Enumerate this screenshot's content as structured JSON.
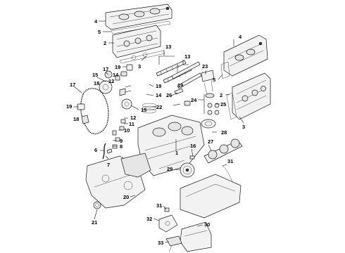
{
  "diagram": {
    "callouts": [
      {
        "id": "c4a",
        "text": "4"
      },
      {
        "id": "c5a",
        "text": "5"
      },
      {
        "id": "c2a",
        "text": "2"
      },
      {
        "id": "c3a",
        "text": "3"
      },
      {
        "id": "c13a",
        "text": "13"
      },
      {
        "id": "c13b",
        "text": "13"
      },
      {
        "id": "c19a",
        "text": "19"
      },
      {
        "id": "c14a",
        "text": "14"
      },
      {
        "id": "c15a",
        "text": "15"
      },
      {
        "id": "c17a",
        "text": "17"
      },
      {
        "id": "c18a",
        "text": "18"
      },
      {
        "id": "c12a",
        "text": "12"
      },
      {
        "id": "c17b",
        "text": "17"
      },
      {
        "id": "c19b",
        "text": "19"
      },
      {
        "id": "c15b",
        "text": "15"
      },
      {
        "id": "c19c",
        "text": "19"
      },
      {
        "id": "c18b",
        "text": "18"
      },
      {
        "id": "c14b",
        "text": "14"
      },
      {
        "id": "c26",
        "text": "26"
      },
      {
        "id": "c19d",
        "text": "19"
      },
      {
        "id": "c23",
        "text": "23"
      },
      {
        "id": "c24",
        "text": "24"
      },
      {
        "id": "c25",
        "text": "25"
      },
      {
        "id": "c28",
        "text": "28"
      },
      {
        "id": "c22",
        "text": "22"
      },
      {
        "id": "c12b",
        "text": "12"
      },
      {
        "id": "c11",
        "text": "11"
      },
      {
        "id": "c10",
        "text": "10"
      },
      {
        "id": "c9",
        "text": "9"
      },
      {
        "id": "c8",
        "text": "8"
      },
      {
        "id": "c6",
        "text": "6"
      },
      {
        "id": "c7",
        "text": "7"
      },
      {
        "id": "c1",
        "text": "1"
      },
      {
        "id": "c16",
        "text": "16"
      },
      {
        "id": "c27",
        "text": "27"
      },
      {
        "id": "c29",
        "text": "29"
      },
      {
        "id": "c20",
        "text": "20"
      },
      {
        "id": "c21",
        "text": "21"
      },
      {
        "id": "c31a",
        "text": "31"
      },
      {
        "id": "c31b",
        "text": "31"
      },
      {
        "id": "c32",
        "text": "32"
      },
      {
        "id": "c30",
        "text": "30"
      },
      {
        "id": "c33",
        "text": "33"
      },
      {
        "id": "c4b",
        "text": "4"
      },
      {
        "id": "c5b",
        "text": "5"
      },
      {
        "id": "c2b",
        "text": "2"
      },
      {
        "id": "c3b",
        "text": "3"
      }
    ]
  }
}
